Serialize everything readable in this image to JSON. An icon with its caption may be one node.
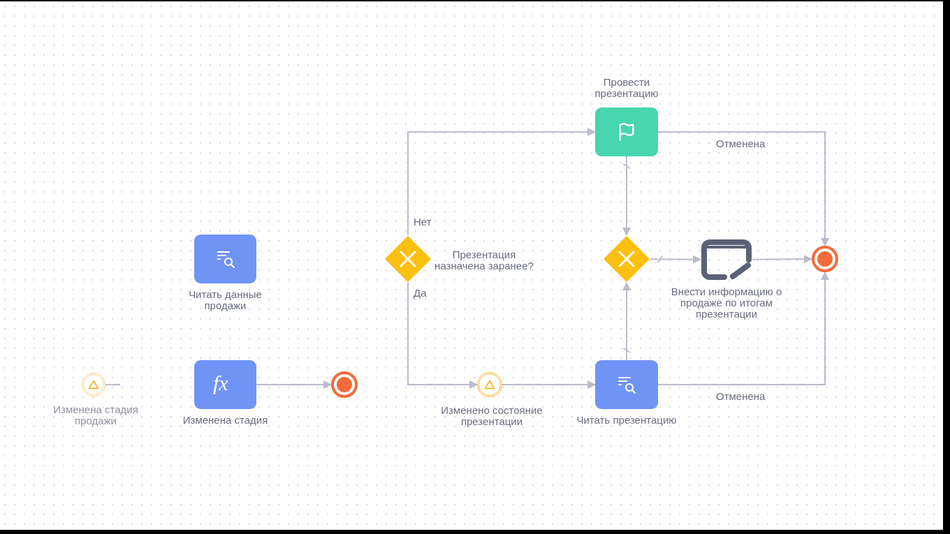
{
  "diagram": {
    "nodes": [
      {
        "text": [
          "Изменена стадия продажи"
        ]
      },
      {
        "text": [
          "Читать данные продажи"
        ]
      },
      {
        "text": [
          "Изменена стадия"
        ]
      },
      {
        "text": [],
        "shape": "circle"
      },
      {
        "text": [
          "Презентация назначена заранее?"
        ]
      },
      {
        "text": [
          "Изменено состояние презентации"
        ]
      },
      {
        "text": [
          "Провести презентацию"
        ]
      },
      {
        "text": [
          "Читать презентацию"
        ]
      },
      {
        "text": [],
        "shape": "diamond"
      },
      {
        "text": [
          "Внести информацию о продаже по итогам презентации"
        ]
      },
      {
        "text": [],
        "shape": "circle"
      }
    ],
    "edges": [
      {
        "from": 2,
        "to": 3,
        "arrow": "to"
      },
      {
        "from": 4,
        "to": 6,
        "arrow": "to",
        "label": "Нет"
      },
      {
        "from": 4,
        "to": 5,
        "arrow": "to",
        "label": "Да"
      },
      {
        "from": 5,
        "to": 7,
        "arrow": "to"
      },
      {
        "from": 6,
        "to": 8,
        "arrow": "to"
      },
      {
        "from": 7,
        "to": 8,
        "arrow": "to"
      },
      {
        "from": 8,
        "to": 9,
        "arrow": "to"
      },
      {
        "from": 9,
        "to": 10,
        "arrow": "to"
      },
      {
        "from": 6,
        "to": 10,
        "arrow": "to",
        "label": "Отменена"
      },
      {
        "from": 7,
        "to": 10,
        "arrow": "to",
        "label": "Отменена"
      },
      {
        "from": 0,
        "to": null,
        "arrow": "none"
      }
    ],
    "labels": [
      "fx"
    ]
  }
}
